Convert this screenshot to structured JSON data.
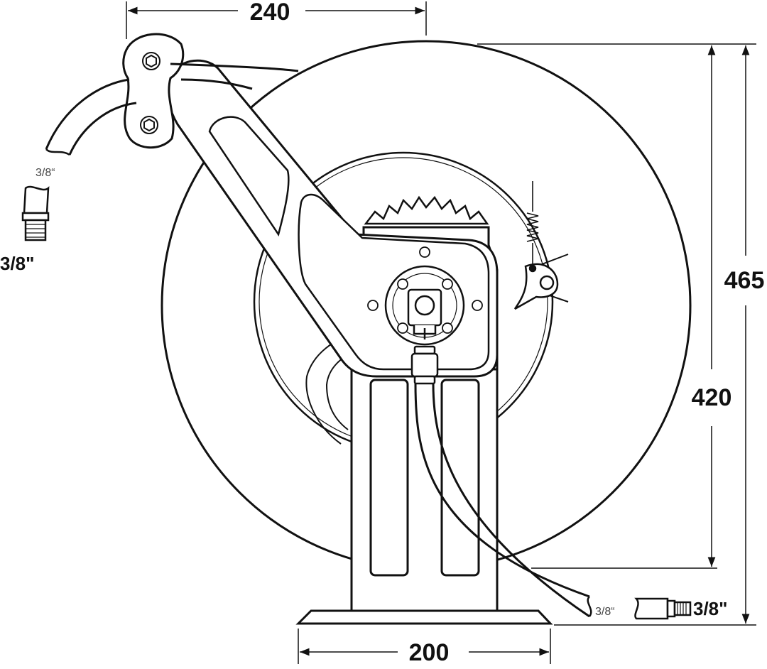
{
  "drawing": {
    "subject": "",
    "colors": {
      "line": "#111111",
      "background": "#ffffff",
      "fill": "#ffffff"
    }
  },
  "dimensions": {
    "width_top": "240",
    "total_height": "465",
    "drum_height": "420",
    "base_width": "200"
  },
  "fittings": {
    "inlet_hose_label": "3/8“",
    "inlet_thread_label": "3/8\"",
    "outlet_hose_label": "3/8“",
    "outlet_thread_label": "3/8\""
  }
}
